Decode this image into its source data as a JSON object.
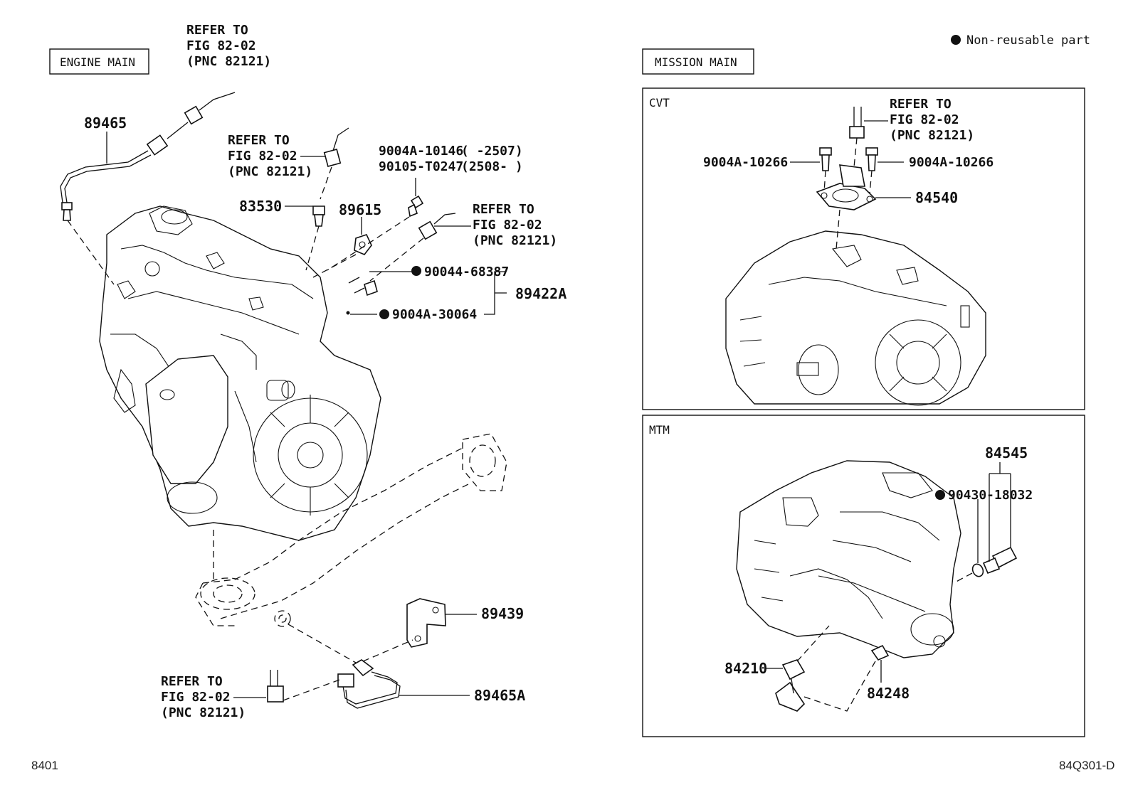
{
  "legend": {
    "bullet_note": "Non-reusable part"
  },
  "left_panel": {
    "title": "ENGINE MAIN"
  },
  "right_panel": {
    "title": "MISSION MAIN",
    "cvt_label": "CVT",
    "mtm_label": "MTM"
  },
  "refer": {
    "line1": "REFER TO",
    "line2": "FIG 82-02",
    "line3": "(PNC 82121)"
  },
  "parts": {
    "p89465": "89465",
    "p83530": "83530",
    "p89615": "89615",
    "bolt_a": "9004A-10146",
    "bolt_a_range": "(     -2507)",
    "bolt_b": "90105-T0247",
    "bolt_b_range": "(2508-     )",
    "p90044": "90044-68387",
    "p89422A": "89422A",
    "p9004A30064": "9004A-30064",
    "p89439": "89439",
    "p89465A": "89465A",
    "p9004A10266_left": "9004A-10266",
    "p9004A10266_right": "9004A-10266",
    "p84540": "84540",
    "p84545": "84545",
    "p90430": "90430-18032",
    "p84210": "84210",
    "p84248": "84248"
  },
  "footer": {
    "left_code": "8401",
    "right_code": "84Q301-D"
  }
}
